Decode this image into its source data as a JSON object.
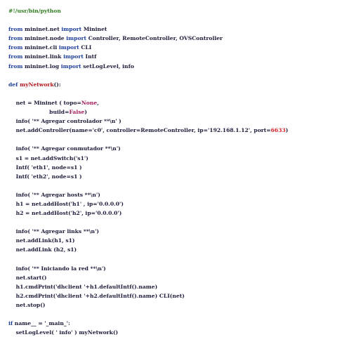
{
  "colors": {
    "text": "#1c1c3a",
    "keyword": "#1f3f9a",
    "shebang": "#2e7d1f",
    "function_name": "#b0141c",
    "constant": "#a01a5a",
    "number": "#d0202a"
  },
  "code": {
    "shebang": "#!/usr/bin/python",
    "imports": [
      {
        "from": "from",
        "module": "mininet.net",
        "imp": "import",
        "names": "Mininet"
      },
      {
        "from": "from",
        "module": "mininet.node",
        "imp": "import",
        "names": "Controller, RemoteController, OVSController"
      },
      {
        "from": "from",
        "module": "mininet.cli",
        "imp": "import",
        "names": "CLI"
      },
      {
        "from": "from",
        "module": "mininet.link",
        "imp": "import",
        "names": "Intf"
      },
      {
        "from": "from",
        "module": "mininet.log",
        "imp": "import",
        "names": "setLogLevel, info"
      }
    ],
    "def_kw": "def",
    "func_name": "myNetwork",
    "def_tail": "():",
    "net_line_pre": "net = Mininet ( topo=",
    "none_kw": "None",
    "net_line_post": ",",
    "build_pre": "build=",
    "false_kw": "False",
    "build_post": ")",
    "info_controller": "info( '** Agregar controlador **\\n' )",
    "add_controller": "net.addController(name='c0', controller=RemoteController, ip='192.168.1.12', port=",
    "port_num": "6633",
    "add_controller_end": ")",
    "info_switch": "info( '** Agregar conmutador **\\n')",
    "s1_line": "s1 = net.addSwitch('s1')",
    "intf1": "Intf( 'eth1', node=s1 )",
    "intf2": "Intf( 'eth2', node=s1 )",
    "info_hosts": "info( '** Agregar hosts **\\n')",
    "h1_line": "h1 = net.addHost('h1' , ip='0.0.0.0')",
    "h2_line": "h2 = net.addHost('h2', ip='0.0.0.0')",
    "info_links": "info( '** Agregar links **\\n')",
    "link1": "net.addLink(h1, s1)",
    "link2": "net.addLink (h2, s1)",
    "info_start": "info( '** Iniciando la red **\\n')",
    "start": "net.start()",
    "cmd1": "h1.cmdPrint('dhclient '+h1.defaultIntf().name)",
    "cmd2": "h2.cmdPrint('dhclient '+h2.defaultIntf().name) CLI(net)",
    "stop": "net.stop()",
    "if_kw": "if",
    "if_tail": " name__ = '_main_':",
    "main_call": "setLogLevel( ' info' ) myNetwork()"
  }
}
